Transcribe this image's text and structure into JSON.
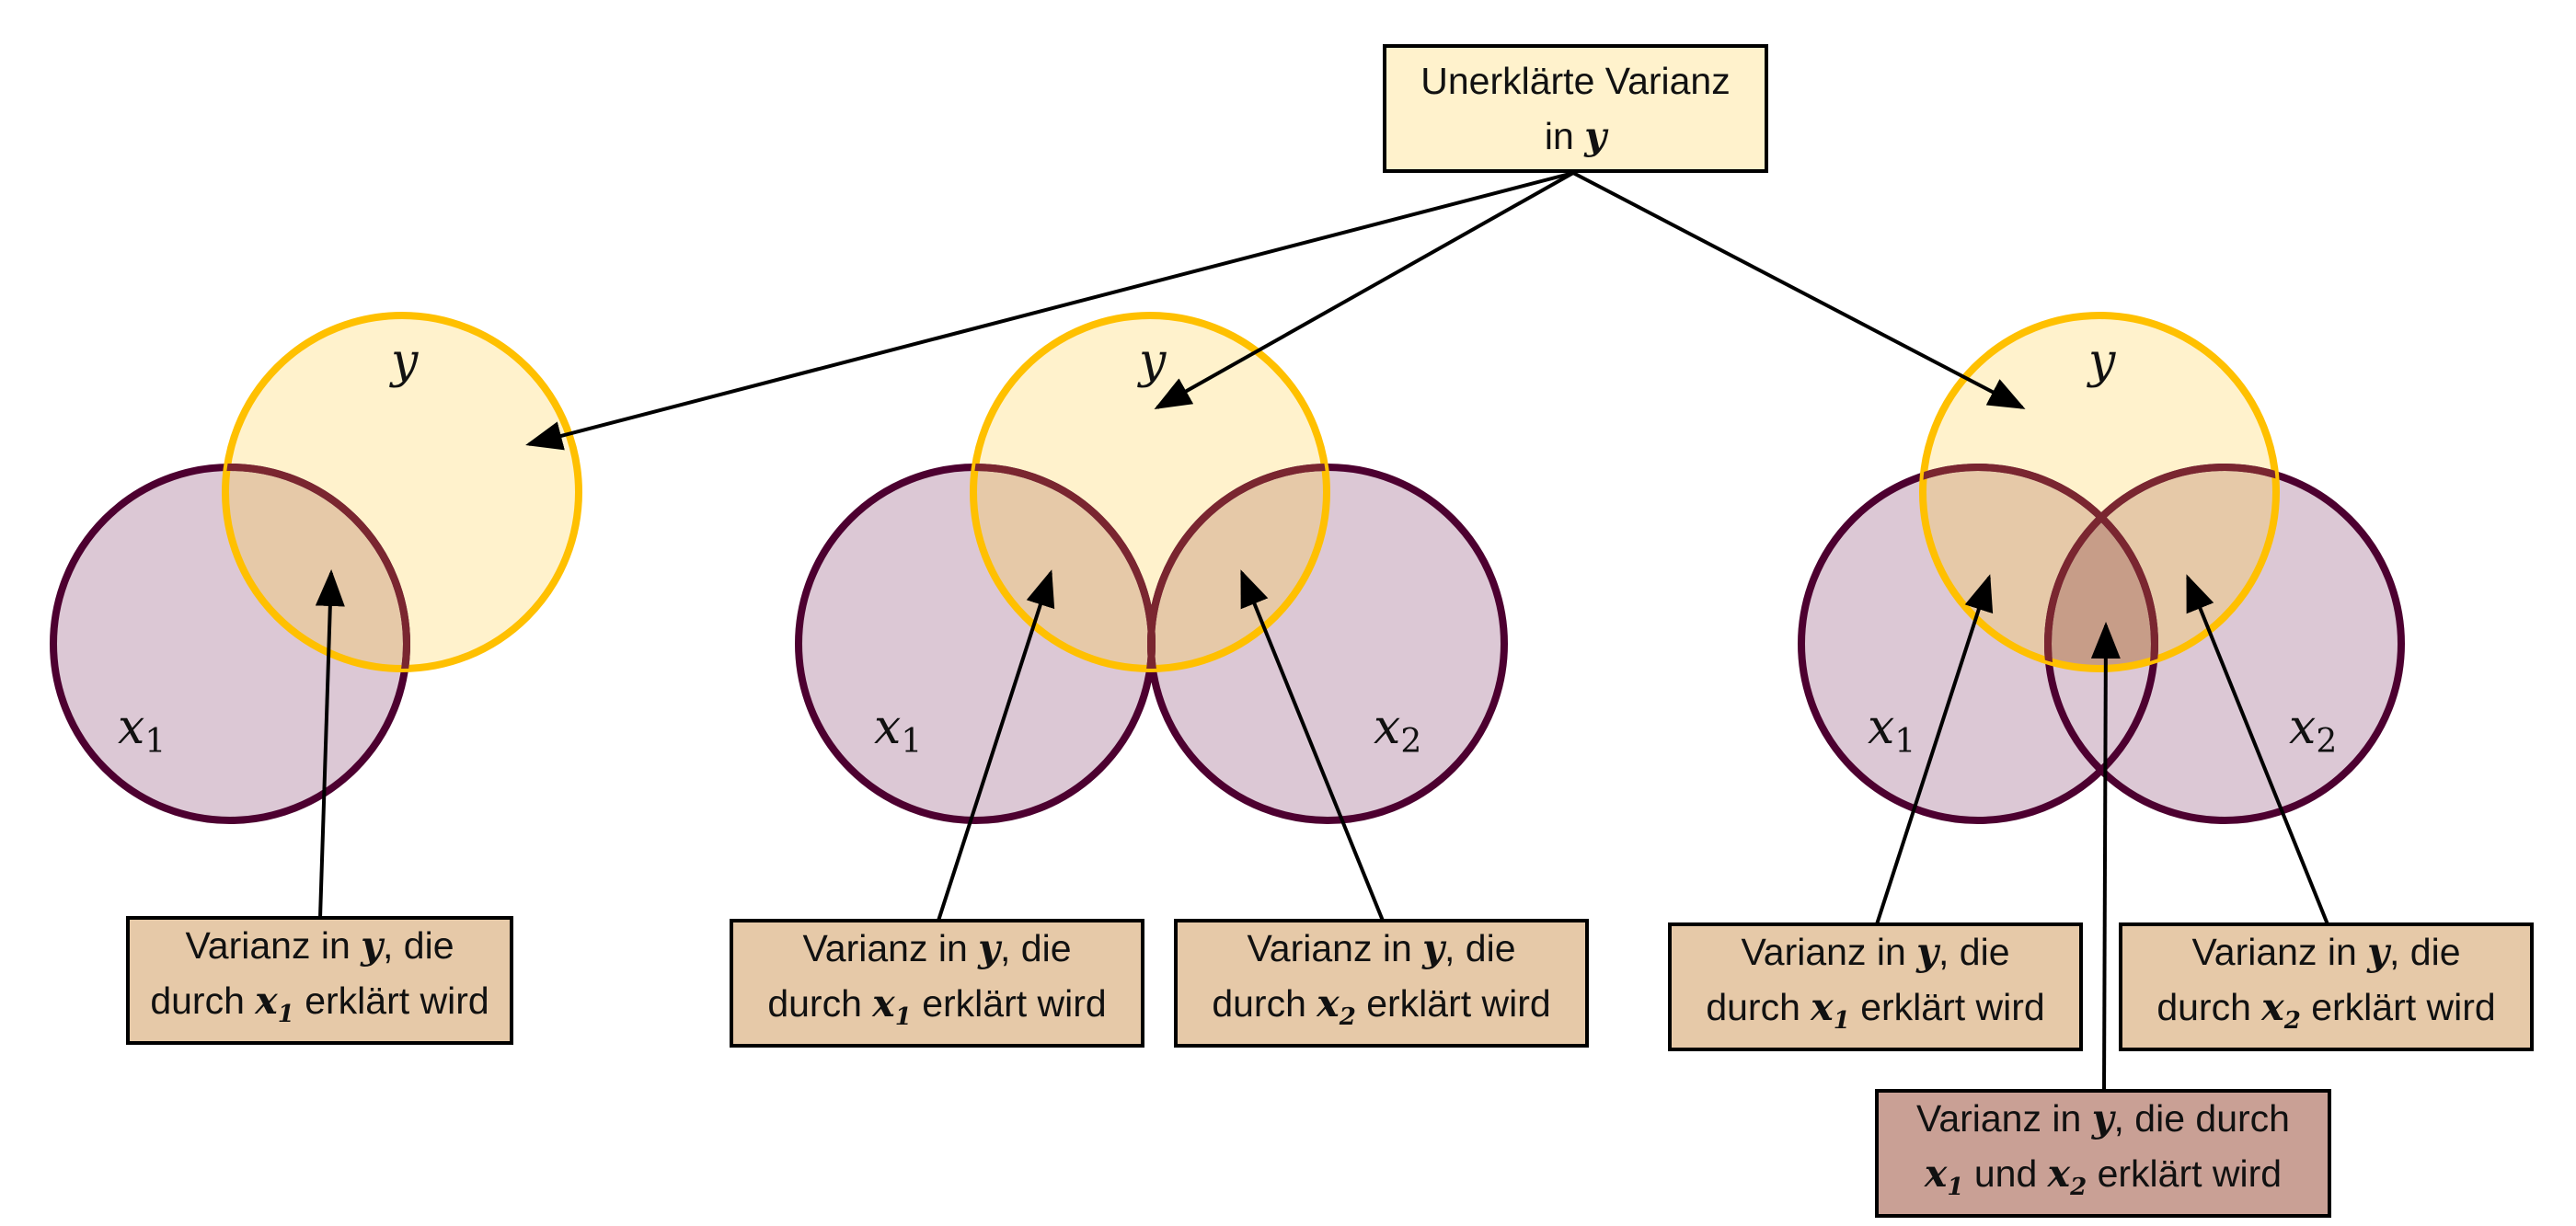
{
  "colors": {
    "y_fill": "#FFF2CC",
    "y_stroke": "#FFC000",
    "x_fill": "#DCC8D5",
    "x_stroke": "#4D0030",
    "overlap_fill": "#E6C9A8",
    "overlap_stroke": "#7A2630",
    "double_fill": "#C79D88",
    "box_fill": "#E6C9A8",
    "box_dark_fill": "#C9A095",
    "top_box_fill": "#FFF2CC"
  },
  "labels": {
    "y": "y",
    "x": "x",
    "sub1": "1",
    "sub2": "2"
  },
  "top_box": {
    "line1": "Unerklärte Varianz",
    "line2_pre": "in ",
    "y": "y"
  },
  "box": {
    "pre": "Varianz in ",
    "y": "y",
    "mid": ", die",
    "durch": "durch ",
    "x": "x",
    "s1": "1",
    "s2": "2",
    "post": " erklärt wird"
  },
  "box_double": {
    "pre": "Varianz in ",
    "y": "y",
    "mid": ", die durch",
    "x": "x",
    "s1": "1",
    "und": " und ",
    "s2": "2",
    "post": " erklärt wird"
  }
}
